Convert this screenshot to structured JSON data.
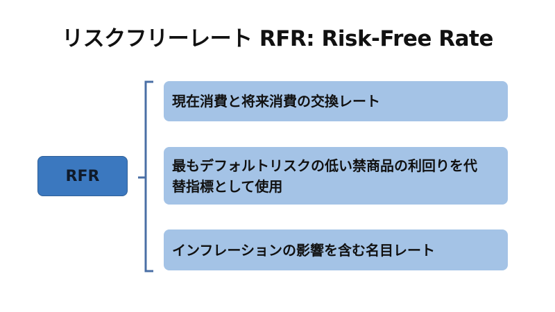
{
  "title": "リスクフリーレート RFR: Risk-Free Rate",
  "root": {
    "label": "RFR",
    "color": "#3b78bf"
  },
  "items": [
    {
      "label": "現在消費と将来消費の交換レート"
    },
    {
      "label": "最もデフォルトリスクの低い禁商品の利回りを代替指標として使用"
    },
    {
      "label": "インフレーションの影響を含む名目レート"
    }
  ],
  "colors": {
    "item_bg": "#a4c3e6",
    "bracket": "#4a6fa5"
  }
}
